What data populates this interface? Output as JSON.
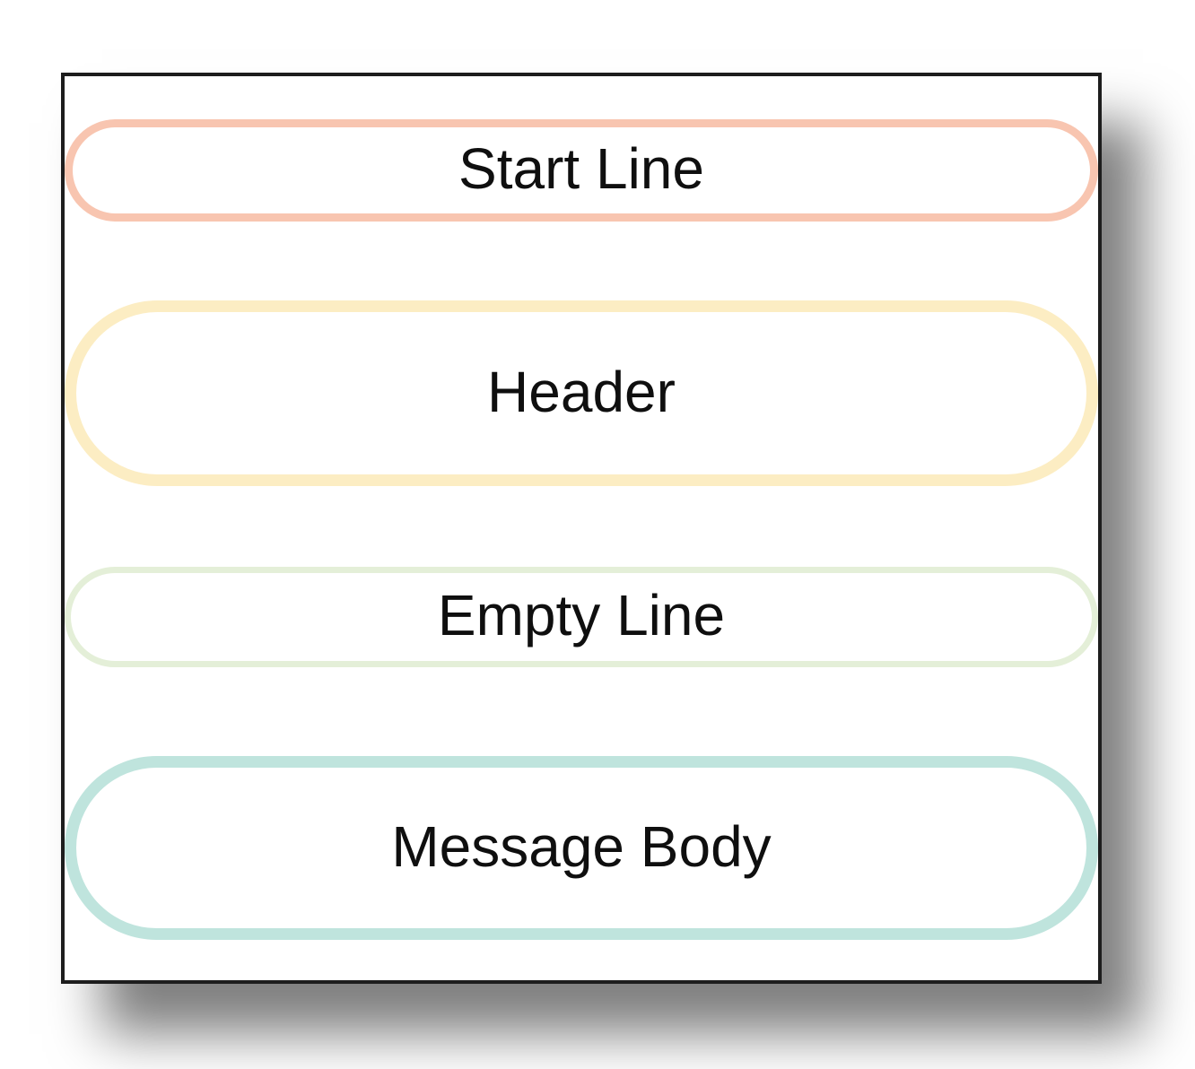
{
  "diagram": {
    "colors": {
      "container_border": "#1d1d1d",
      "container_background": "#ffffff",
      "shadow": "#808080",
      "label_text": "#0f0f0f"
    },
    "blocks": [
      {
        "label": "Start Line",
        "border_color": "#f8c5b0"
      },
      {
        "label": "Header",
        "border_color": "#fcedc3"
      },
      {
        "label": "Empty Line",
        "border_color": "#e4efd8"
      },
      {
        "label": "Message Body",
        "border_color": "#bfe4dd"
      }
    ]
  }
}
